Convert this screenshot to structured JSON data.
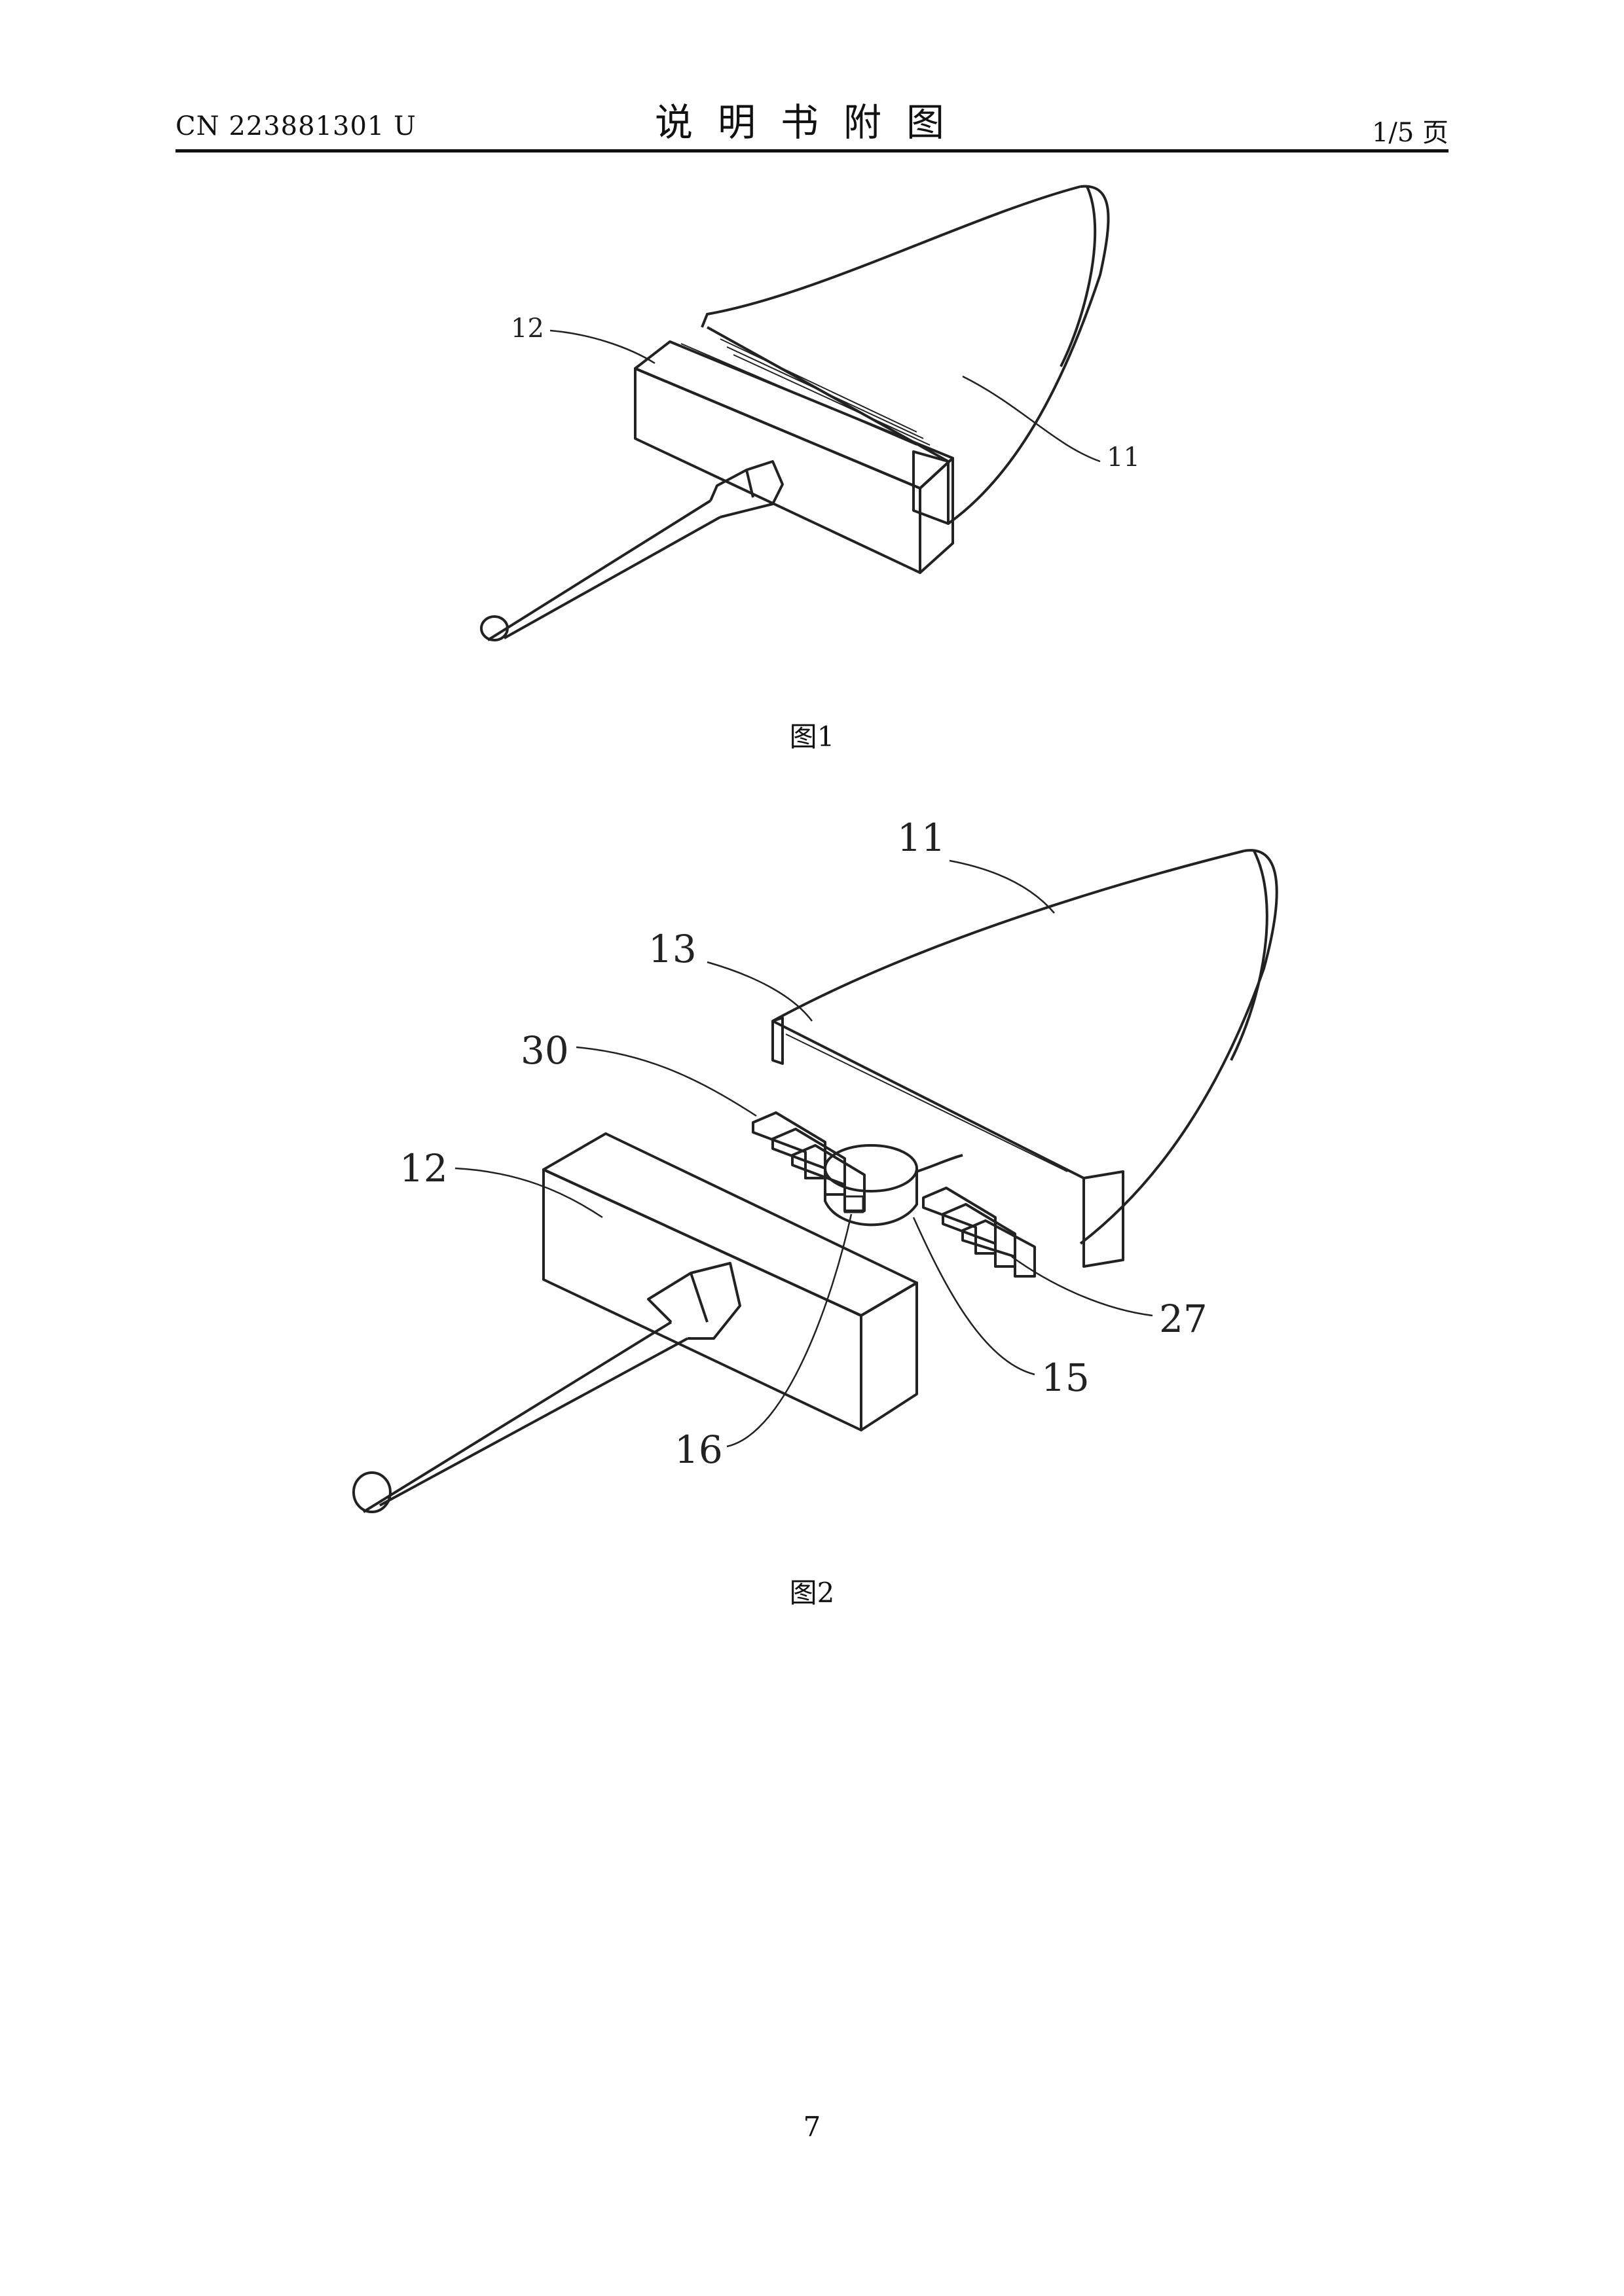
{
  "header": {
    "doc_number": "CN 223881301 U",
    "title": "说明书附图",
    "page_of": "1/5 页"
  },
  "figures": [
    {
      "caption": "图1",
      "labels": [
        "12",
        "11"
      ]
    },
    {
      "caption": "图2",
      "labels": [
        "11",
        "13",
        "30",
        "12",
        "27",
        "15",
        "16"
      ]
    }
  ],
  "footer": {
    "page_number": "7"
  }
}
